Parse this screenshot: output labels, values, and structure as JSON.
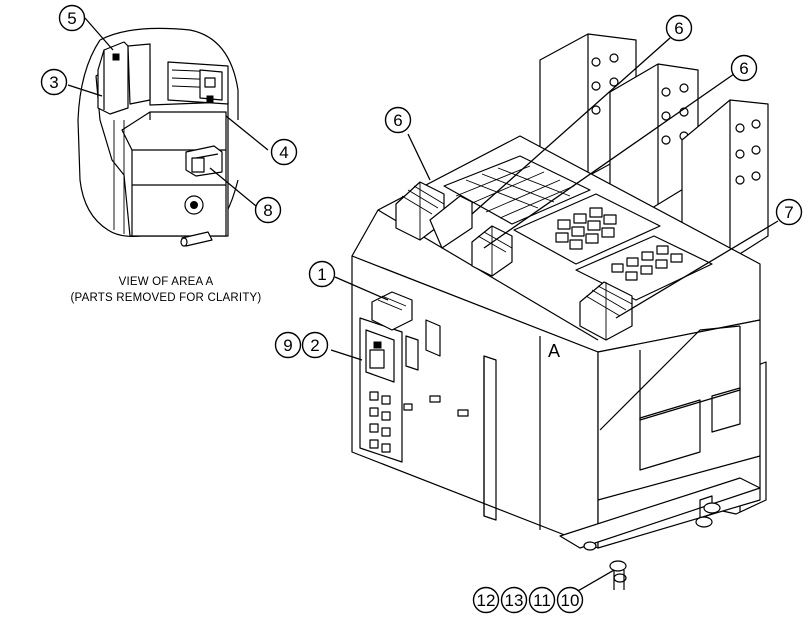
{
  "callouts": {
    "c1": "1",
    "c2": "2",
    "c3": "3",
    "c4": "4",
    "c5": "5",
    "c6a": "6",
    "c6b": "6",
    "c6c": "6",
    "c7": "7",
    "c8": "8",
    "c9": "9",
    "c10": "10",
    "c11": "11",
    "c12": "12",
    "c13": "13"
  },
  "detail_caption": {
    "line1": "VIEW OF AREA  A",
    "line2": "(PARTS REMOVED FOR CLARITY)"
  },
  "area_marker": "A"
}
